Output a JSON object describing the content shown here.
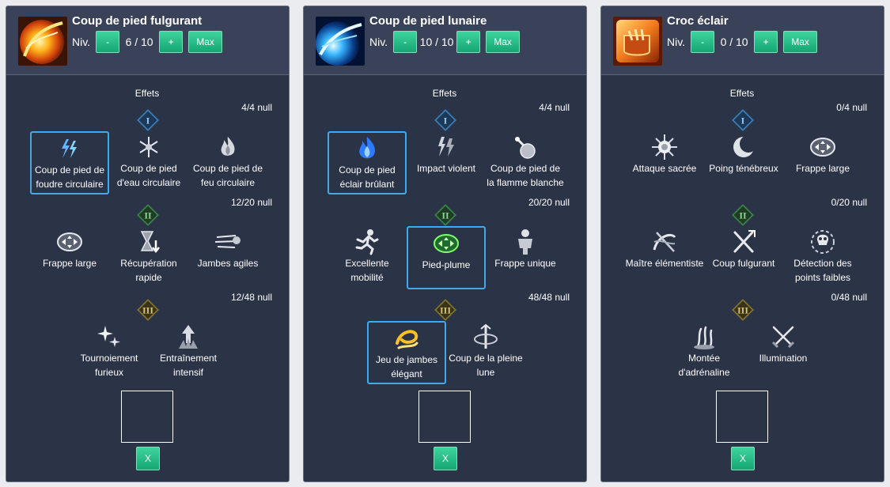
{
  "level_label": "Niv.",
  "minus_label": "-",
  "plus_label": "+",
  "max_label": "Max",
  "effects_label": "Effets",
  "reset_label": "X",
  "tier_labels": [
    "I",
    "II",
    "III"
  ],
  "colors": {
    "panel": "#2b3346",
    "header": "#394259",
    "accent_green": "#1fbf87",
    "selection": "#41a9ea"
  },
  "panels": [
    {
      "title": "Coup de pied fulgurant",
      "icon": "flaming-kick-icon",
      "level": "6 / 10",
      "tiers": [
        {
          "count": "4/4 null",
          "skills": [
            {
              "name": "Coup de pied de foudre circulaire",
              "icon": "lightning-bolts-icon",
              "selected": true
            },
            {
              "name": "Coup de pied d'eau circulaire",
              "icon": "snowflake-icon",
              "selected": false
            },
            {
              "name": "Coup de pied de feu circulaire",
              "icon": "flame-icon",
              "selected": false
            }
          ]
        },
        {
          "count": "12/20 null",
          "skills": [
            {
              "name": "Frappe large",
              "icon": "wide-strike-icon",
              "selected": false
            },
            {
              "name": "Récupération rapide",
              "icon": "hourglass-icon",
              "selected": false
            },
            {
              "name": "Jambes agiles",
              "icon": "swift-legs-icon",
              "selected": false
            }
          ]
        },
        {
          "count": "12/48 null",
          "skills": [
            {
              "name": "Tournoiement furieux",
              "icon": "sparkle-burst-icon",
              "selected": false
            },
            {
              "name": "Entraînement intensif",
              "icon": "arrow-up-burst-icon",
              "selected": false
            }
          ]
        }
      ]
    },
    {
      "title": "Coup de pied lunaire",
      "icon": "lunar-kick-icon",
      "level": "10 / 10",
      "tiers": [
        {
          "count": "4/4 null",
          "skills": [
            {
              "name": "Coup de pied éclair brûlant",
              "icon": "blue-flame-icon",
              "selected": true
            },
            {
              "name": "Impact violent",
              "icon": "violent-impact-icon",
              "selected": false
            },
            {
              "name": "Coup de pied de la flamme blanche",
              "icon": "white-flame-flask-icon",
              "selected": false
            }
          ]
        },
        {
          "count": "20/20 null",
          "skills": [
            {
              "name": "Excellente mobilité",
              "icon": "running-figure-icon",
              "selected": false
            },
            {
              "name": "Pied-plume",
              "icon": "feather-foot-icon",
              "selected": true
            },
            {
              "name": "Frappe unique",
              "icon": "figure-icon",
              "selected": false
            }
          ]
        },
        {
          "count": "48/48 null",
          "skills": [
            {
              "name": "Jeu de jambes élégant",
              "icon": "golden-swirl-icon",
              "selected": true
            },
            {
              "name": "Coup de la pleine lune",
              "icon": "full-moon-strike-icon",
              "selected": false
            }
          ]
        }
      ]
    },
    {
      "title": "Croc éclair",
      "icon": "lightning-fang-icon",
      "level": "0 / 10",
      "tiers": [
        {
          "count": "0/4 null",
          "skills": [
            {
              "name": "Attaque sacrée",
              "icon": "sun-icon",
              "selected": false
            },
            {
              "name": "Poing ténébreux",
              "icon": "crescent-moon-icon",
              "selected": false
            },
            {
              "name": "Frappe large",
              "icon": "wide-strike-icon",
              "selected": false
            }
          ]
        },
        {
          "count": "0/20 null",
          "skills": [
            {
              "name": "Maître élémentiste",
              "icon": "swirl-slash-icon",
              "selected": false
            },
            {
              "name": "Coup fulgurant",
              "icon": "crossed-strike-icon",
              "selected": false
            },
            {
              "name": "Détection des points faibles",
              "icon": "skull-target-icon",
              "selected": false
            }
          ]
        },
        {
          "count": "0/48 null",
          "skills": [
            {
              "name": "Montée d'adrénaline",
              "icon": "rising-spirit-icon",
              "selected": false
            },
            {
              "name": "Illumination",
              "icon": "crossed-swords-icon",
              "selected": false
            }
          ]
        }
      ]
    }
  ]
}
